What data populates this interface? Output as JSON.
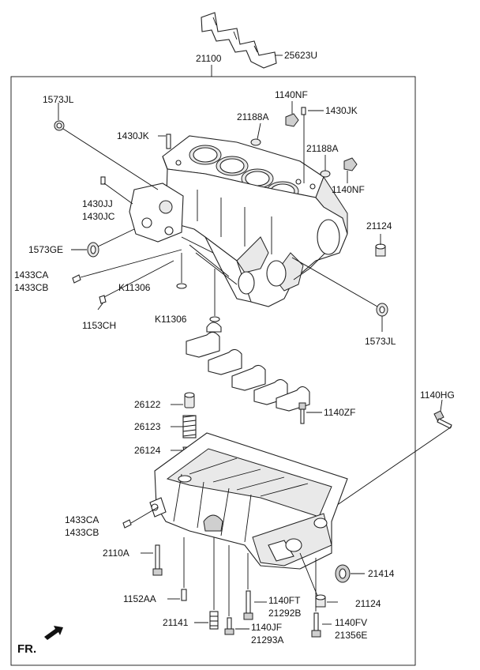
{
  "labels": {
    "p25623U": "25623U",
    "p21100": "21100",
    "p1573JL_a": "1573JL",
    "p1140NF_a": "1140NF",
    "p1430JK_a": "1430JK",
    "p21188A_a": "21188A",
    "p1430JK_b": "1430JK",
    "p21188A_b": "21188A",
    "p1140NF_b": "1140NF",
    "p1430JJ": "1430JJ",
    "p1430JC": "1430JC",
    "p21124_a": "21124",
    "p1573GE": "1573GE",
    "p1433CA_a": "1433CA",
    "p1433CB_a": "1433CB",
    "pK11306_a": "K11306",
    "pK11306_b": "K11306",
    "p1153CH": "1153CH",
    "p1573JL_b": "1573JL",
    "p1140HG": "1140HG",
    "p26122": "26122",
    "p1140ZF": "1140ZF",
    "p26123": "26123",
    "p26124": "26124",
    "p1433CA_b": "1433CA",
    "p1433CB_b": "1433CB",
    "p2110A": "2110A",
    "p21414": "21414",
    "p1152AA": "1152AA",
    "p1140FT": "1140FT",
    "p21292B": "21292B",
    "p21124_b": "21124",
    "p21141": "21141",
    "p1140JF": "1140JF",
    "p1140FV": "1140FV",
    "p21293A": "21293A",
    "p21356E": "21356E"
  },
  "direction_marker": "FR."
}
